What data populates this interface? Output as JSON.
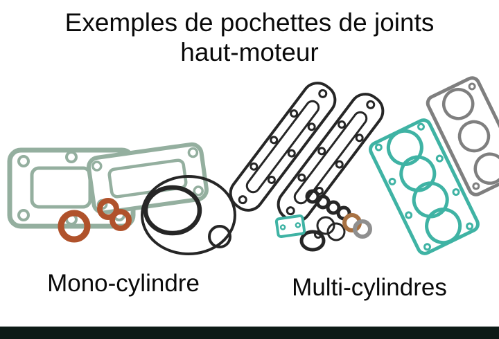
{
  "title": {
    "line1": "Exemples de pochettes de joints",
    "line2": "haut-moteur"
  },
  "captions": {
    "mono": "Mono-cylindre",
    "multi": "Multi-cylindres"
  },
  "illustration": {
    "left_group": "mono-cylinder-top-end-gasket-kit",
    "right_group": "multi-cylinder-top-end-gasket-kit",
    "left_parts": [
      "base-gasket",
      "head-gasket",
      "exhaust-gaskets-orange",
      "copper-ring-orange",
      "o-ring-large",
      "o-ring-medium",
      "o-ring-small"
    ],
    "right_parts": [
      "cam-cover-gasket-1",
      "cam-cover-gasket-2",
      "grey-head-gasket",
      "teal-four-cylinder-head-gasket",
      "valve-stem-seals",
      "washers",
      "round-cover-gasket",
      "small-rect-gasket"
    ]
  },
  "colors": {
    "background": "#ffffff",
    "text": "#0a0a0a",
    "gasket_green": "#94af9f",
    "gasket_teal": "#3fb3a4",
    "gasket_orange": "#b0522b",
    "outline_dark": "#262626",
    "gasket_grey": "#7f7f7f",
    "washer_copper": "#a87243",
    "washer_grey": "#8f8f8f",
    "footer_bar": "#0d1b17"
  }
}
